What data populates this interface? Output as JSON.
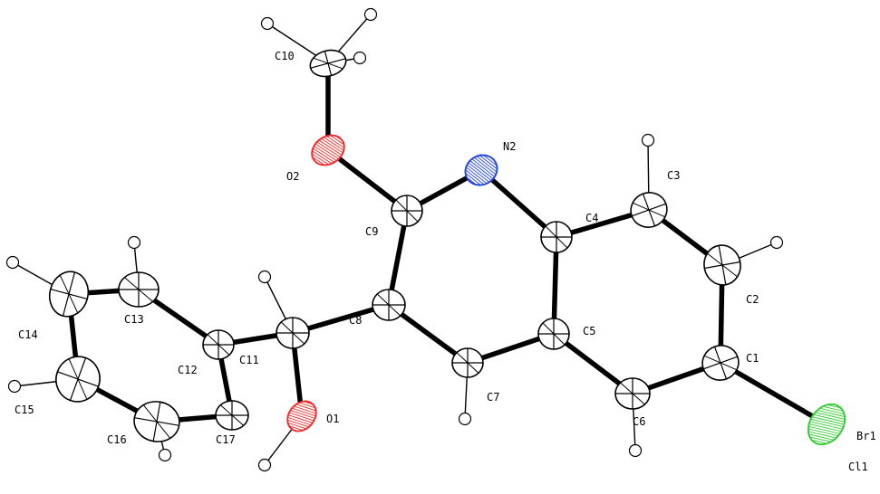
{
  "atom_labels": {
    "C10": "C10",
    "O2": "O2",
    "N2": "N2",
    "C9": "C9",
    "C8": "C8",
    "C7": "C7",
    "C4": "C4",
    "C3": "C3",
    "C2": "C2",
    "C1": "C1",
    "C5": "C5",
    "C6": "C6",
    "C11": "C11",
    "C12": "C12",
    "C13": "C13",
    "C14": "C14",
    "C15": "C15",
    "C16": "C16",
    "C17": "C17",
    "O1": "O1",
    "Br1": "Br1",
    "Cl1": "Cl1"
  },
  "colors": {
    "carbon": "#000000",
    "oxygen": "#ee2a2a",
    "nitrogen": "#2244dd",
    "halogen": "#33cc33",
    "hydrogen": "#ffffff"
  }
}
